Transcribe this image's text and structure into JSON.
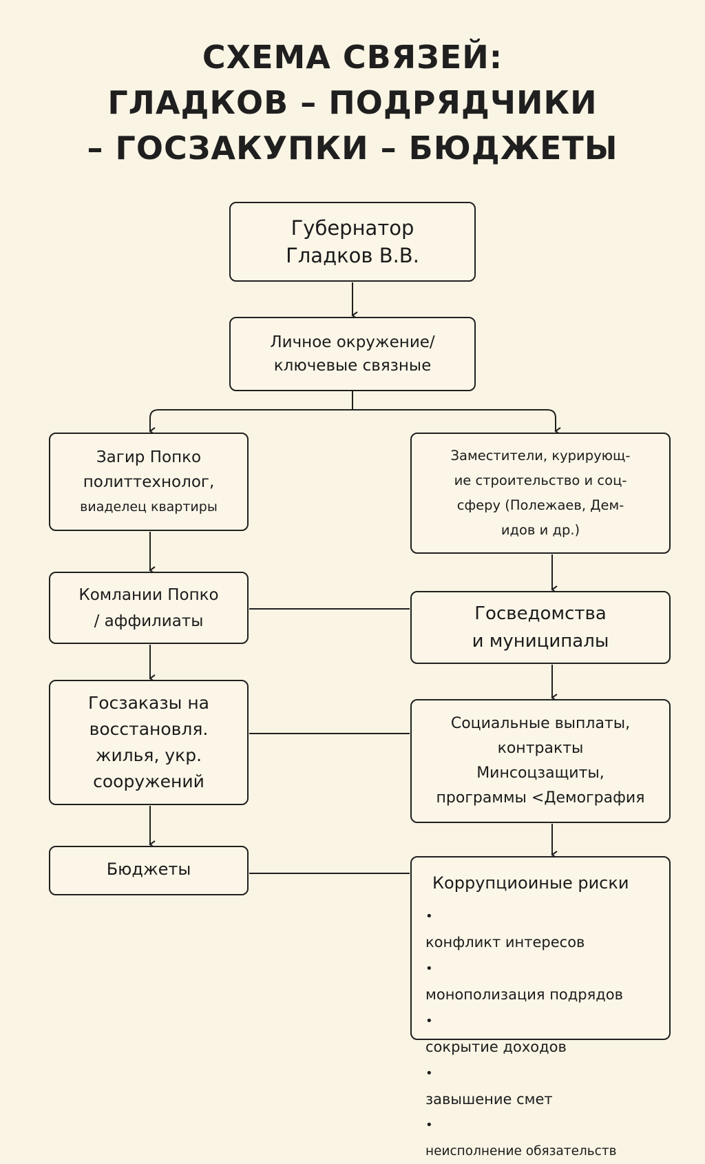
{
  "title": {
    "line1": "СХЕМА СВЯЗЕЙ:",
    "line2": "ГЛАДКОВ – ПОДРЯДЧИКИ",
    "line3": "– ГОСЗАКУПКИ – БЮДЖЕТЫ"
  },
  "nodes": {
    "governor": {
      "line1": "Губернатор",
      "line2": "Гладков В.В."
    },
    "circle": {
      "line1": "Личное окружение/",
      "line2": "ключевые связные"
    },
    "popko": {
      "line1": "Загир Попко",
      "line2": "политтехнолог,",
      "line3": "виаделец квартиры"
    },
    "deputies": {
      "line1": "Заместители, курирующ-",
      "line2": "ие строительство и соц-",
      "line3": "сферу (Полежаев, Дем-",
      "line4": "идов и др.)"
    },
    "companies": {
      "line1": "Комлании Попко",
      "line2": "/ аффилиаты"
    },
    "agencies": {
      "line1": "Госведомства",
      "line2": "и муниципалы"
    },
    "orders": {
      "line1": "Госзаказы на",
      "line2": "восстановля.",
      "line3": "жилья, укр.",
      "line4": "сооружений"
    },
    "social": {
      "line1": "Социальные выплаты,",
      "line2": "контракты",
      "line3": "Минсоцзащиты,",
      "line4": "программы <Демография"
    },
    "budgets": {
      "label": "Бюджеты"
    },
    "risks": {
      "title": "Коррупциоиные риски",
      "items": [
        "конфликт интересов",
        "монополизация подрядов",
        "сокрытие доходов",
        "завышение смет",
        "неисполнение обязательств"
      ]
    }
  },
  "bullet": "•"
}
